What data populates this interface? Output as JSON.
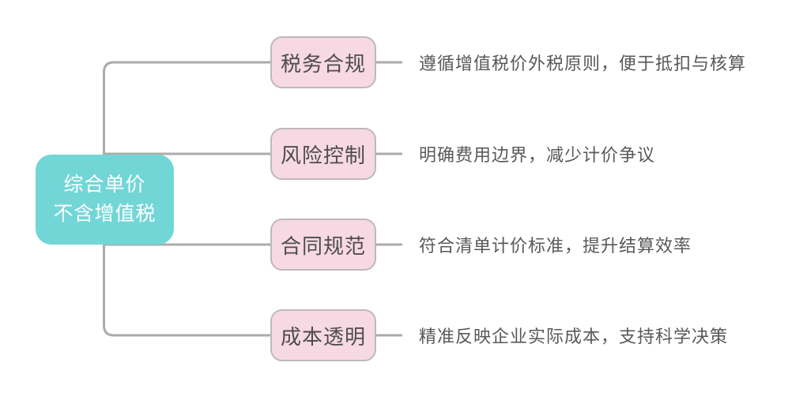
{
  "root": {
    "line1": "综合单价",
    "line2": "不含增值税"
  },
  "branches": [
    {
      "label": "税务合规",
      "description": "遵循增值税价外税原则，便于抵扣与核算"
    },
    {
      "label": "风险控制",
      "description": "明确费用边界，减少计价争议"
    },
    {
      "label": "合同规范",
      "description": "符合清单计价标准，提升结算效率"
    },
    {
      "label": "成本透明",
      "description": "精准反映企业实际成本，支持科学决策"
    }
  ],
  "colors": {
    "root_fill": "#72D6D7",
    "root_text": "#FFFFFF",
    "branch_fill": "#F7D9E3",
    "branch_border": "#BFB8BC",
    "branch_text": "#4D4D4D",
    "description_text": "#595959",
    "connector_line": "#ABABAB",
    "background": "#FFFFFF"
  }
}
